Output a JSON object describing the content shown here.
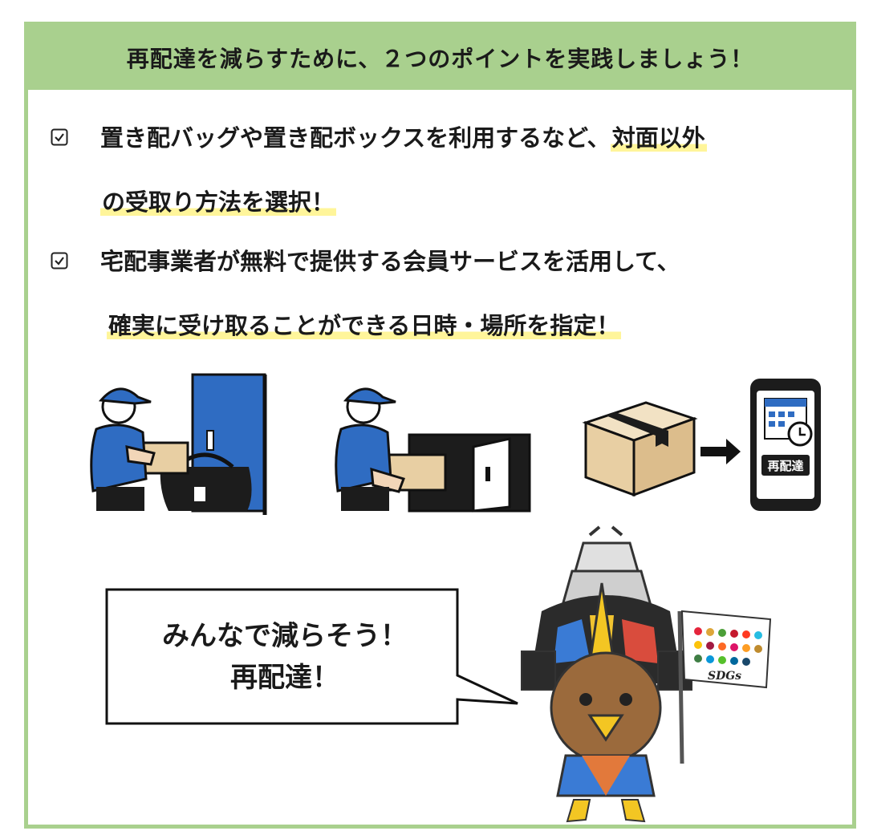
{
  "header": {
    "title": "再配達を減らすために、２つのポイントを実践しましょう！"
  },
  "points": [
    {
      "line1_plain": "置き配バッグや置き配ボックスを利用するなど、",
      "line1_highlight": "対面以外",
      "line2_highlight": "の受取り方法を選択！"
    },
    {
      "line1_plain": "宅配事業者が無料で提供する会員サービスを活用して、",
      "line2_highlight": "確実に受け取ることができる日時・場所を指定！"
    }
  ],
  "phone": {
    "label": "再配達"
  },
  "speech": {
    "line1": "みんなで減らそう！",
    "line2": "再配達！"
  },
  "flag": {
    "label": "SDGs"
  },
  "colors": {
    "frame": "#a9d08e",
    "highlight": "#fff59a",
    "uniform": "#2f6cc2"
  }
}
